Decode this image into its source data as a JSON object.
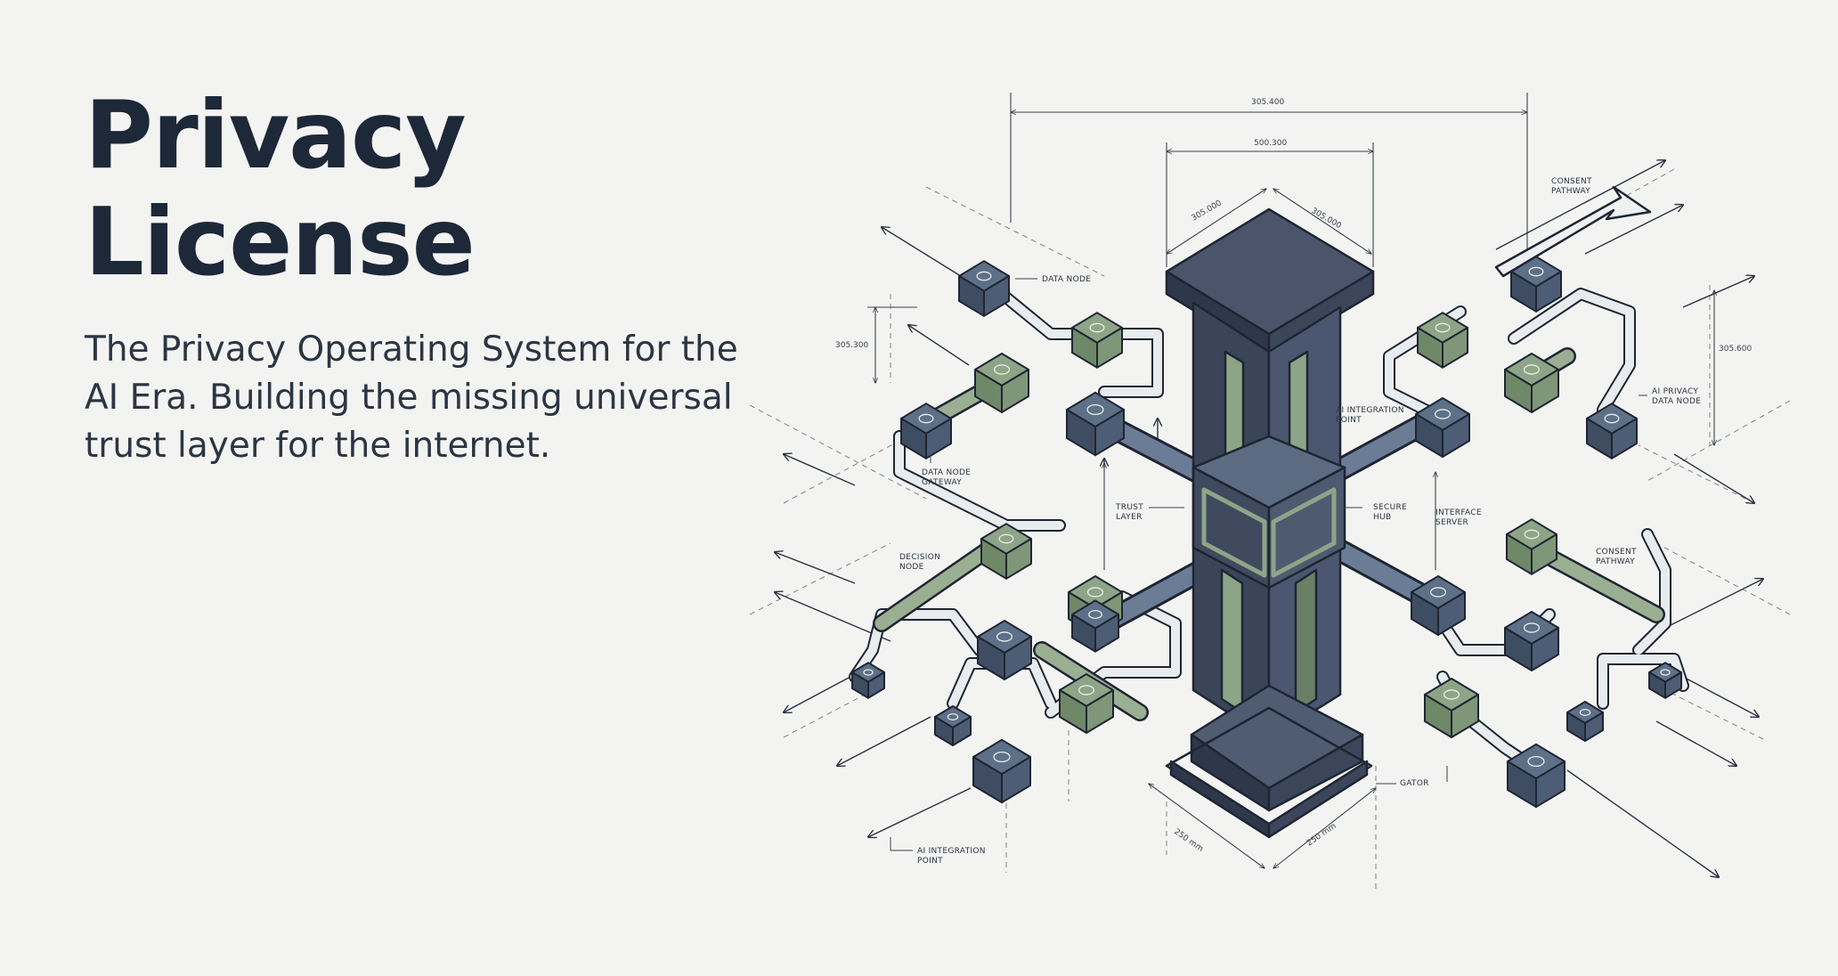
{
  "hero": {
    "title": "Privacy License",
    "subtitle": "The Privacy Operating System for the AI Era. Building the missing universal trust layer for the internet."
  },
  "diagram": {
    "labels": {
      "data_node": "DATA NODE",
      "ai_integration_top_1": "AI INTEGRATION",
      "ai_integration_top_2": "POINT",
      "ai_privacy_1": "AI PRIVACY",
      "ai_privacy_2": "DATA NODE",
      "consent_top_1": "CONSENT",
      "consent_top_2": "PATHWAY",
      "data_node_gateway_1": "DATA NODE",
      "data_node_gateway_2": "GATEWAY",
      "trust_layer_1": "TRUST",
      "trust_layer_2": "LAYER",
      "secure_hub_1": "SECURE",
      "secure_hub_2": "HUB",
      "interface_1": "INTERFACE",
      "interface_2": "SERVER",
      "decision_node_1": "DECISION",
      "decision_node_2": "NODE",
      "consent_right_1": "CONSENT",
      "consent_right_2": "PATHWAY",
      "gateway": "GATOR",
      "ai_integration_bottom_1": "AI INTEGRATION",
      "ai_integration_bottom_2": "POINT"
    },
    "dimensions": {
      "top_outer": "305.400",
      "top_inner": "500.300",
      "cap_left": "305.000",
      "cap_right": "305.000",
      "left_vertical": "305.300",
      "right_vertical": "305.600",
      "base_left": "250 mm",
      "base_right": "250 mm"
    },
    "colors": {
      "pillar_dark": "#3f4a5f",
      "pillar_mid": "#505c71",
      "sage": "#8ea487",
      "slate_blue": "#5d7088",
      "outline": "#1e2532",
      "pipe": "#e9ecef"
    }
  }
}
